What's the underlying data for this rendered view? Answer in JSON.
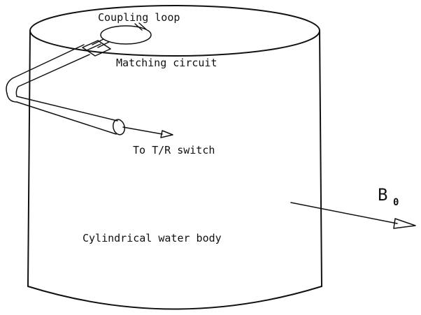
{
  "labels": {
    "coupling_loop": "Coupling loop",
    "matching_circuit": "Matching circuit",
    "to_tr_switch": "To T/R switch",
    "water_body": "Cylindrical water body",
    "field_symbol": "B",
    "field_subscript": "0"
  },
  "colors": {
    "ink": "#111111",
    "background": "#ffffff"
  }
}
